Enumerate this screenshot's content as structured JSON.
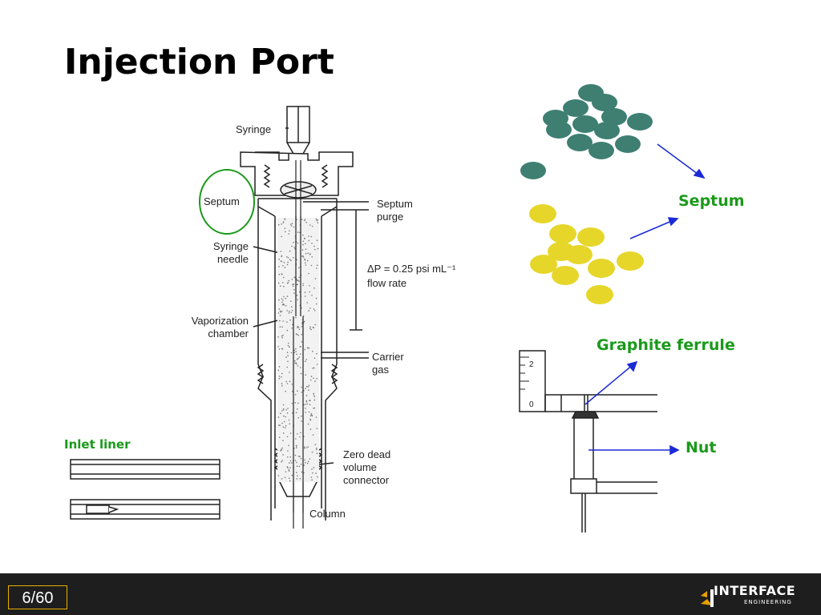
{
  "slide": {
    "title": "Injection Port"
  },
  "diagram": {
    "labels": {
      "syringe": "Syringe",
      "septum": "Septum",
      "septum_purge_1": "Septum",
      "septum_purge_2": "purge",
      "syringe_needle_1": "Syringe",
      "syringe_needle_2": "needle",
      "delta_p": "ΔP = 0.25 psi mL⁻¹",
      "flow_rate": "flow rate",
      "vaporization_1": "Vaporization",
      "vaporization_2": "chamber",
      "carrier_1": "Carrier",
      "carrier_2": "gas",
      "zero_dead_1": "Zero dead",
      "zero_dead_2": "volume",
      "zero_dead_3": "connector",
      "column": "Column"
    }
  },
  "callouts": {
    "septum": "Septum",
    "graphite_ferrule": "Graphite ferrule",
    "nut": "Nut",
    "inlet_liner": "Inlet liner"
  },
  "ruler": {
    "tick_2": "2",
    "tick_0": "0"
  },
  "footer": {
    "page": "6/60",
    "logo_main": "INTERFACE",
    "logo_sub": "ENGINEERING"
  },
  "colors": {
    "accent_green": "#1a9a1a",
    "arrow_blue": "#1a2ad6",
    "septum_teal": "#3e7f72",
    "septum_yellow": "#e6d62a",
    "footer_bg": "#1e1e1e",
    "page_border": "#e8b000"
  }
}
